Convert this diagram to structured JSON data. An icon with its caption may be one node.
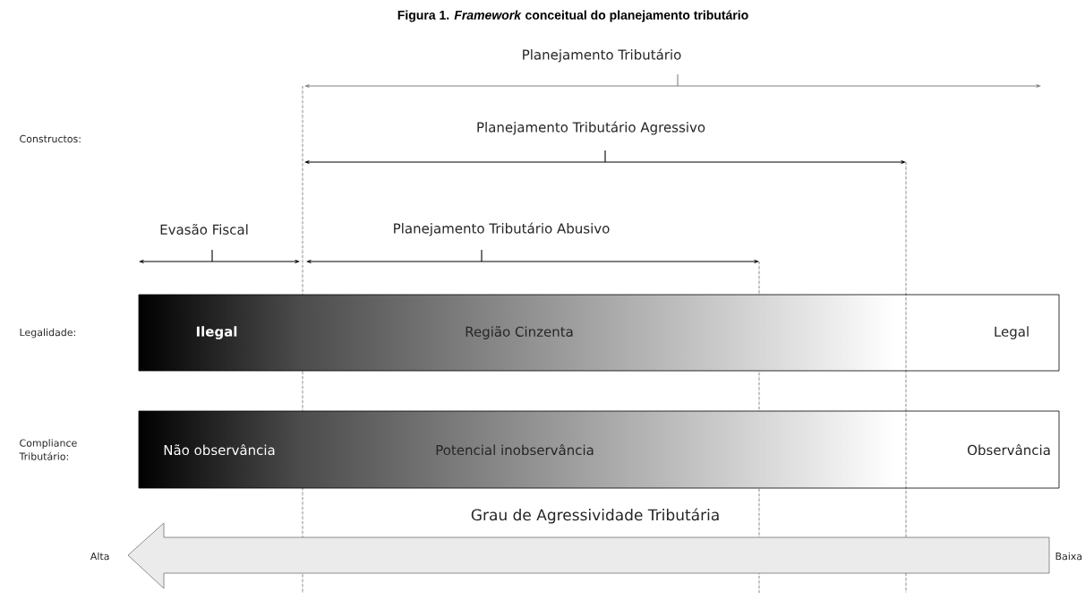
{
  "diagram": {
    "title": "Figura 1. *Framework* conceitual do planejamento tributário",
    "nodes": [
      {
        "text": [
          "Ilegal",
          "Região Cinzenta",
          "Legal"
        ]
      },
      {
        "text": [
          "Não observância",
          "Potencial inobservância",
          "Observância"
        ]
      },
      {
        "text": [
          "Grau de Agressividade Tributária"
        ],
        "beside": [
          "Alta",
          "Baixa"
        ]
      }
    ],
    "labels": [
      "Planejamento Tributário",
      "Constructos:",
      "Planejamento Tributário Agressivo",
      "Evasão Fiscal",
      "Planejamento Tributário Abusivo",
      "Legalidade:",
      "Compliance Tributário:"
    ]
  }
}
